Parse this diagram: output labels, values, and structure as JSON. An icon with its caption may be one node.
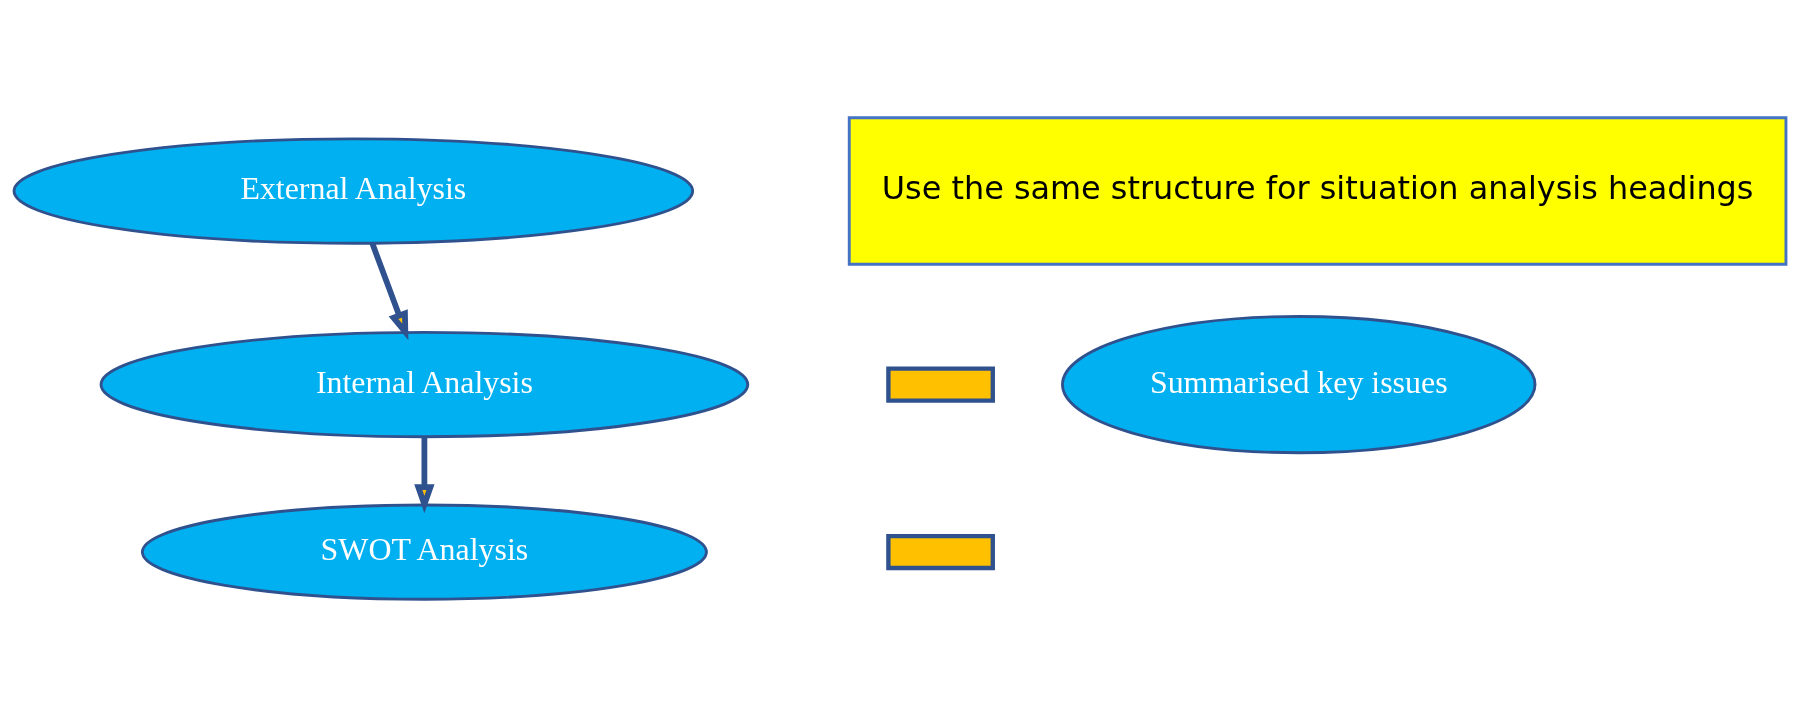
{
  "diagram": {
    "nodes": [
      {
        "text": [
          "External Analysis"
        ]
      },
      {
        "text": [
          "Internal Analysis"
        ]
      },
      {
        "text": [
          "SWOT Analysis"
        ]
      },
      {
        "text": [],
        "shape": "bar"
      },
      {
        "text": [],
        "shape": "bar"
      },
      {
        "text": [
          "Summarised key issues"
        ]
      },
      {
        "text": [
          "Use the same structure for situation analysis headings"
        ]
      }
    ],
    "edges": [
      {
        "from": 0,
        "to": 1,
        "arrow": "to"
      },
      {
        "from": 1,
        "to": 2,
        "arrow": "to"
      }
    ]
  }
}
